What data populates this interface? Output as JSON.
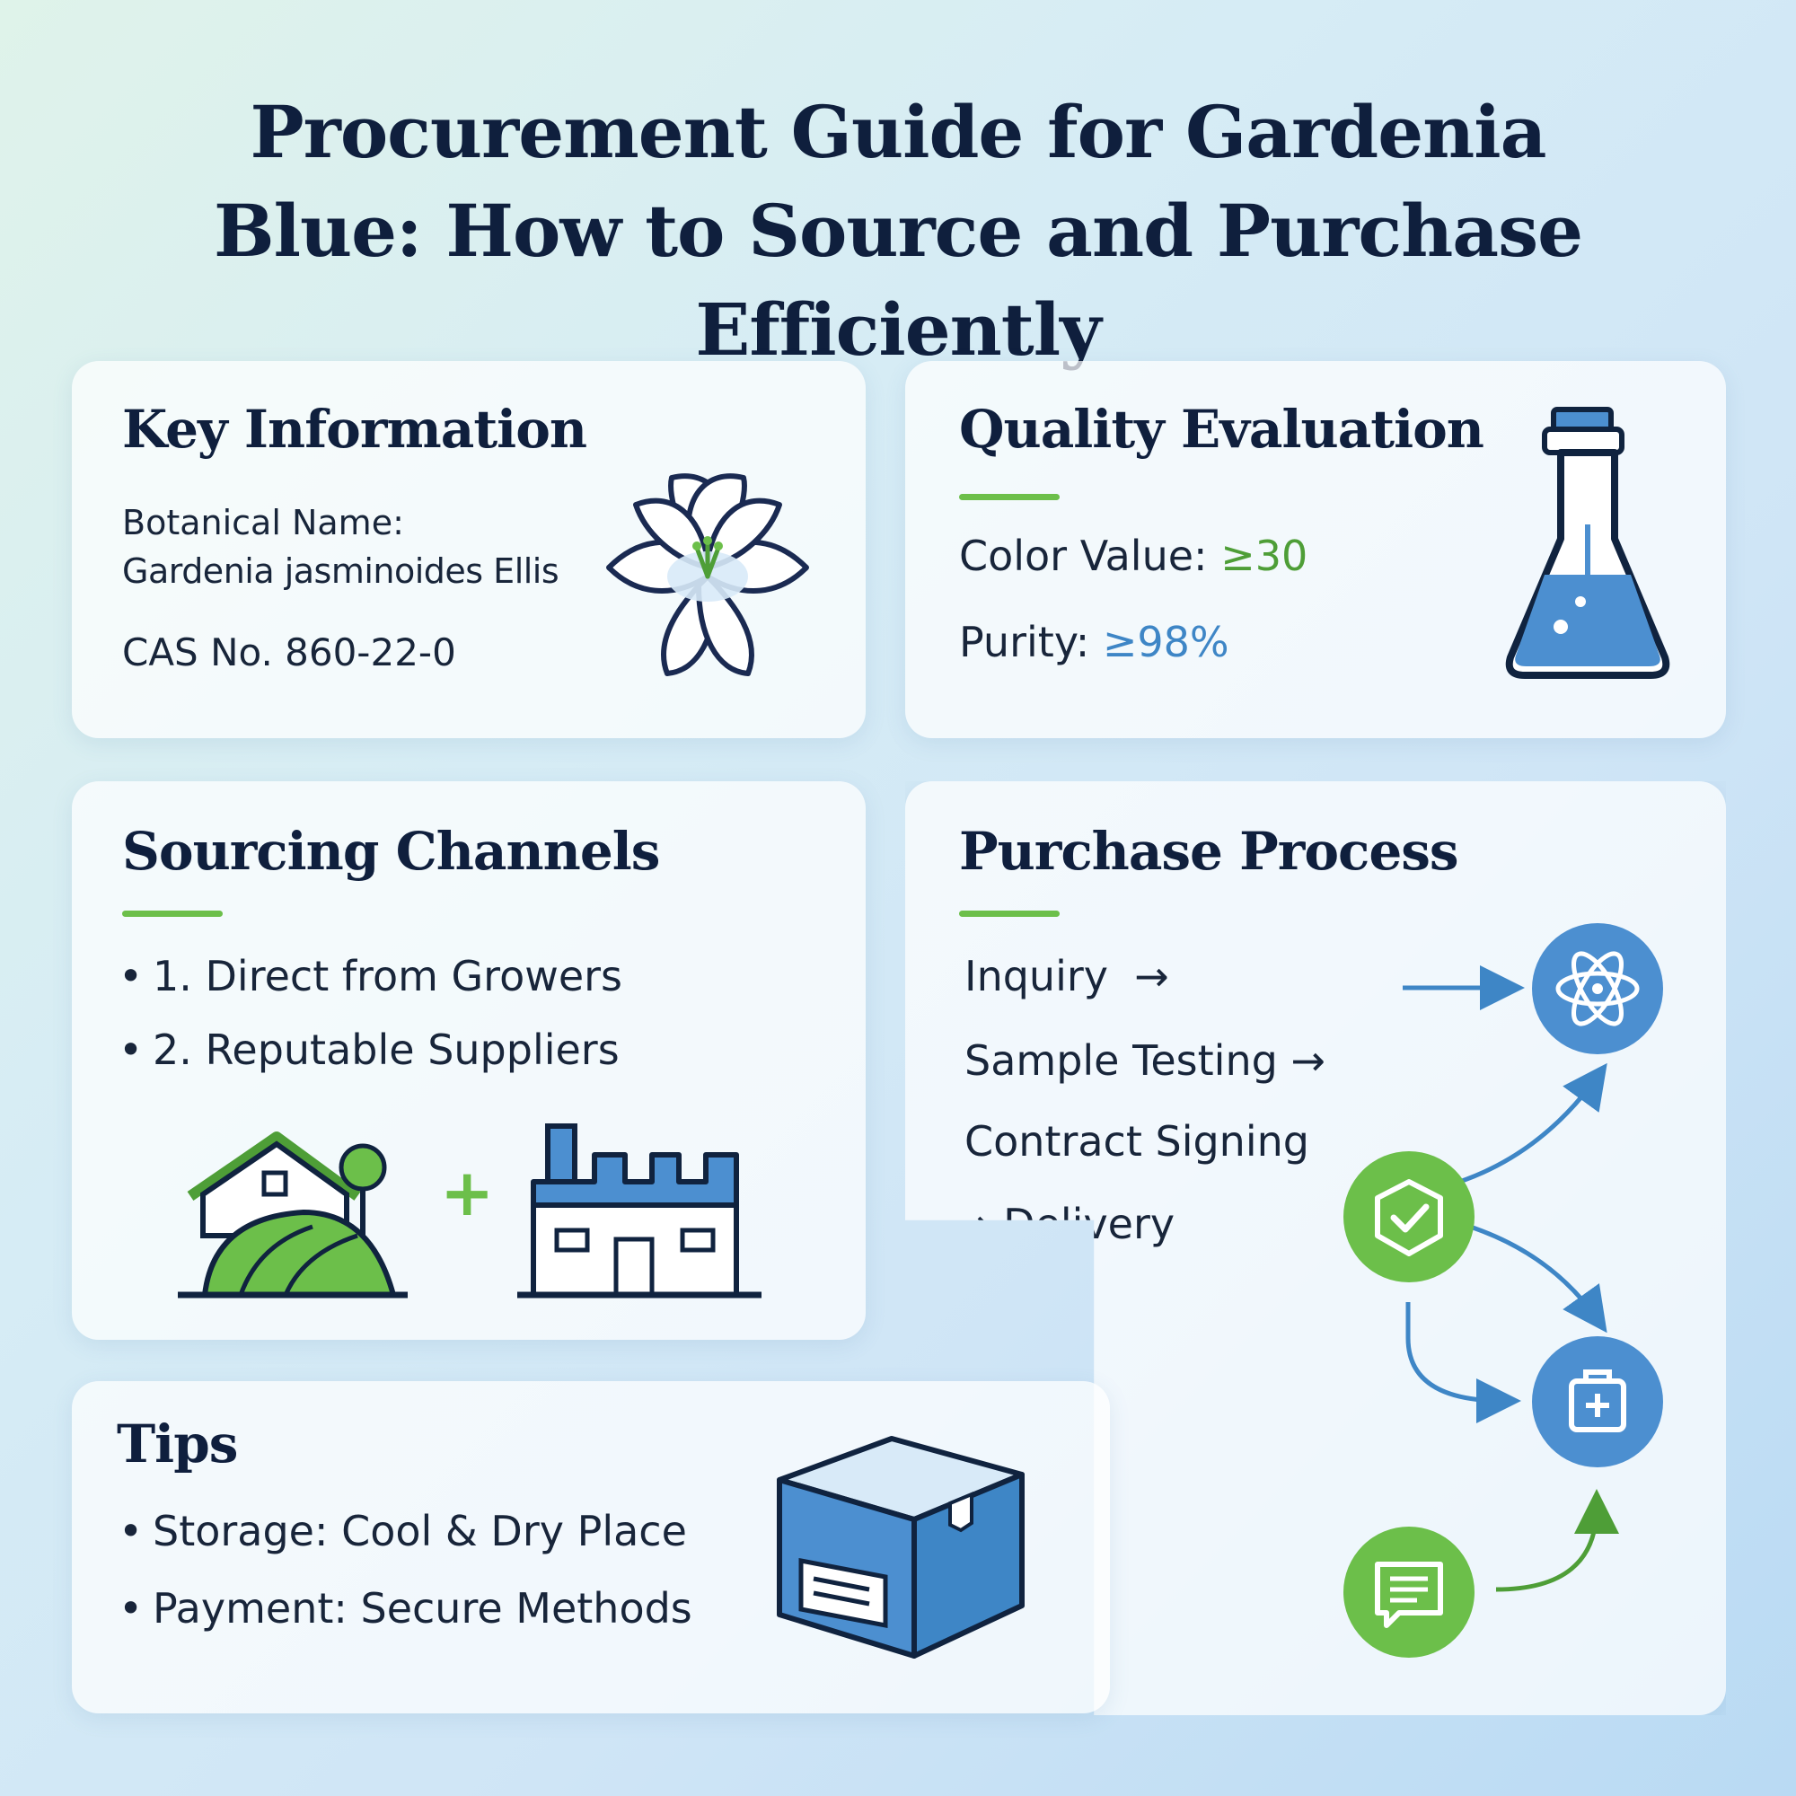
{
  "header": {
    "title_line1": "Procurement Guide for Gardenia",
    "title_line2": "Blue: How to Source and Purchase Efficiently"
  },
  "key_information": {
    "heading": "Key Information",
    "botanical_label": "Botanical Name:",
    "botanical_value": "Gardenia jasminoides Ellis",
    "cas": "CAS No. 860-22-0",
    "icon": "gardenia-flower-icon"
  },
  "quality_evaluation": {
    "heading": "Quality Evaluation",
    "color_label": "Color Value:",
    "color_value": "≥30",
    "purity_label": "Purity:",
    "purity_value": "≥98%",
    "icon": "flask-icon"
  },
  "sourcing_channels": {
    "heading": "Sourcing Channels",
    "items": [
      "1. Direct from Growers",
      "2. Reputable Suppliers"
    ],
    "plus": "+",
    "icons": [
      "farm-icon",
      "factory-icon"
    ]
  },
  "purchase_process": {
    "heading": "Purchase Process",
    "steps": [
      "Inquiry",
      "Sample Testing",
      "Contract Signing",
      "Delivery"
    ],
    "arrow": "→",
    "icons": [
      "atom-icon",
      "shield-check-icon",
      "medical-kit-icon",
      "chat-icon"
    ]
  },
  "tips": {
    "heading": "Tips",
    "items": [
      "Storage: Cool & Dry Place",
      "Payment: Secure Methods"
    ],
    "icon": "box-icon"
  },
  "colors": {
    "navy": "#0f1f3d",
    "green": "#6cbf4a",
    "blue": "#3e86c6"
  }
}
